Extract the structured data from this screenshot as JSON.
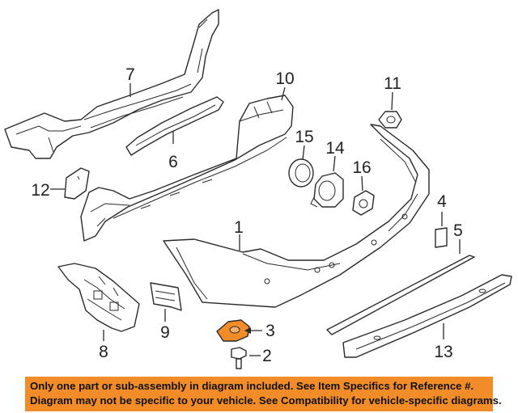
{
  "callouts": {
    "c1": "1",
    "c2": "2",
    "c3": "3",
    "c4": "4",
    "c5": "5",
    "c6": "6",
    "c7": "7",
    "c8": "8",
    "c9": "9",
    "c10": "10",
    "c11": "11",
    "c12": "12",
    "c13": "13",
    "c14": "14",
    "c15": "15",
    "c16": "16"
  },
  "highlight_color": "#f28c28",
  "disclaimer": {
    "line1": "Only one part or sub-assembly in diagram included. See Item Specifics for Reference #.",
    "line2": "Diagram may not be specific to your vehicle. See Compatibility for vehicle-specific diagrams."
  }
}
